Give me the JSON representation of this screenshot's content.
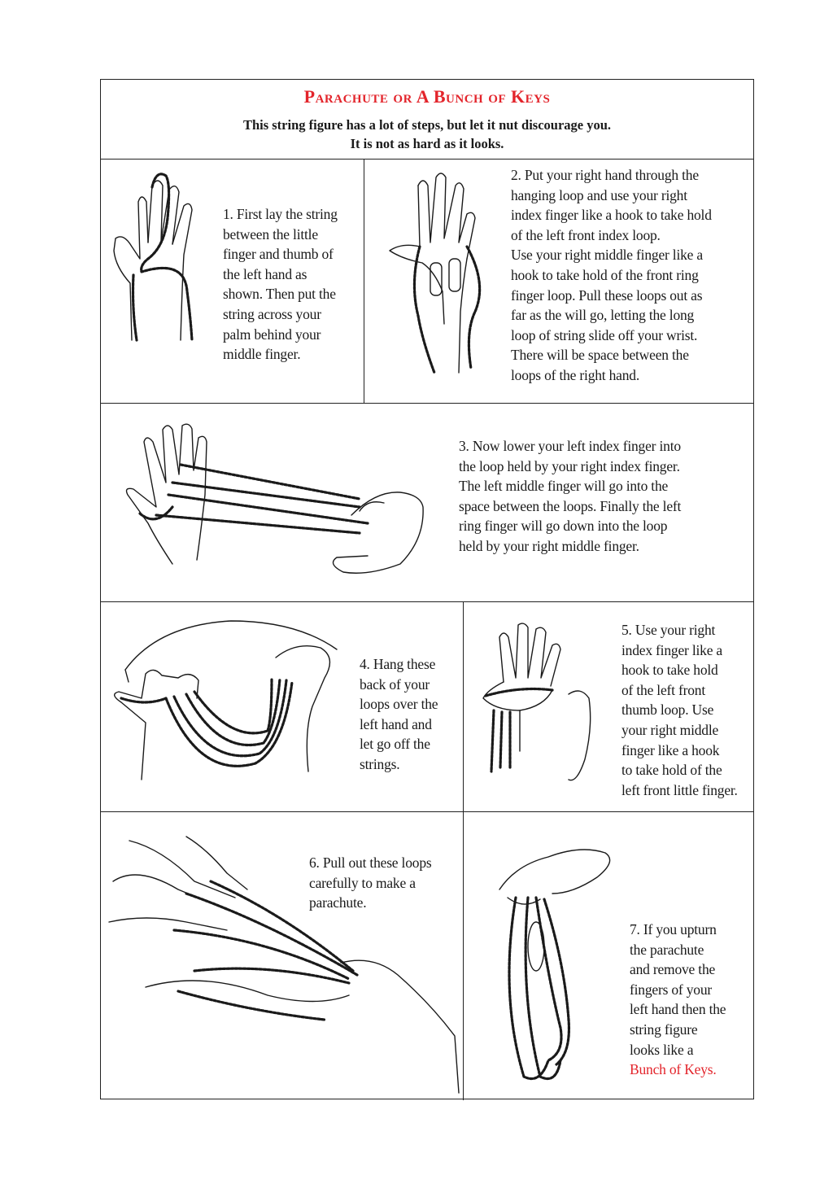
{
  "header": {
    "title": "Parachute or A Bunch of Keys",
    "subtitle_line1": "This string figure has a lot of steps, but let it nut discourage you.",
    "subtitle_line2": "It is not as hard as it looks."
  },
  "colors": {
    "title": "#e3242b",
    "highlight": "#e3242b",
    "border": "#222222"
  },
  "steps": [
    {
      "lines": [
        "1. First lay the string",
        "between the little",
        "finger and thumb of",
        "the left hand as",
        "shown. Then put the",
        "string across your",
        "palm behind your",
        "middle finger."
      ]
    },
    {
      "lines": [
        "2. Put your right hand through the",
        "hanging loop and use your right",
        "index finger like a hook to take hold",
        "of the  left front index loop.",
        "Use your right middle finger like a",
        "hook to take hold of the front ring",
        "finger loop. Pull these loops out as",
        "far as the will go, letting the long",
        "loop of string slide off your wrist.",
        "There will be space between the",
        "loops of the right hand."
      ]
    },
    {
      "lines": [
        "3. Now lower your left index finger into",
        "the loop held by your right index finger.",
        "The left middle finger will go into the",
        "space between the loops. Finally the left",
        "ring finger will go down into the loop",
        "held by your right middle finger."
      ]
    },
    {
      "lines": [
        "4. Hang  these",
        "back of your",
        "loops over the",
        "left hand and",
        "let go off the",
        "strings."
      ]
    },
    {
      "lines": [
        "5. Use your right",
        "index finger like a",
        "hook to take hold",
        "of the left front",
        "thumb loop. Use",
        "your right middle",
        "finger like a hook",
        "to take hold of the",
        "left front little finger."
      ]
    },
    {
      "lines": [
        "6. Pull  out these loops",
        "carefully to make  a",
        "parachute."
      ]
    },
    {
      "lines": [
        "7. If you upturn",
        "the parachute",
        "and remove the",
        "fingers of your",
        "left hand then the",
        "string figure",
        "looks like a"
      ],
      "highlight": "Bunch of Keys."
    }
  ],
  "illustrations": [
    "left-hand-string-drawing",
    "right-hand-hook-drawing",
    "two-hands-loops-drawing",
    "hanging-loops-drawing",
    "thumb-loop-drawing",
    "parachute-drawing",
    "bunch-of-keys-drawing"
  ]
}
